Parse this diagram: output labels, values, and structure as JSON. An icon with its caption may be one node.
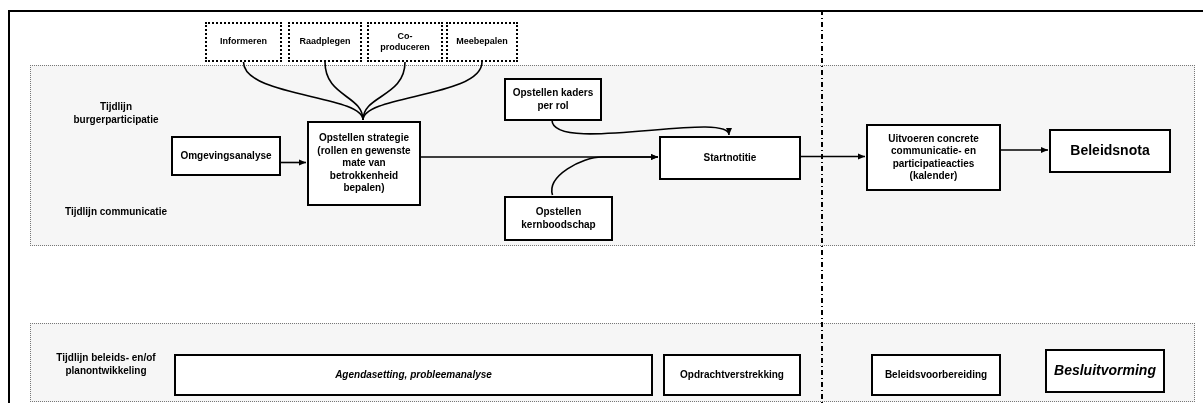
{
  "diagram": {
    "nodes": [
      {
        "text": [
          "Tijdlijn burgerparticipatie",
          "Tijdlijn communicatie"
        ]
      },
      {
        "text": [
          "Informeren"
        ]
      },
      {
        "text": [
          "Raadplegen"
        ]
      },
      {
        "text": [
          "Co-produceren"
        ]
      },
      {
        "text": [
          "Meebepalen"
        ]
      },
      {
        "text": [
          "Omgevingsanalyse"
        ],
        "in": 0
      },
      {
        "text": [
          "Opstellen strategie (rollen en gewenste mate van betrokkenheid bepalen)"
        ],
        "in": 0
      },
      {
        "text": [
          "Opstellen kaders per rol"
        ],
        "in": 0
      },
      {
        "text": [
          "Opstellen kernboodschap"
        ],
        "in": 0
      },
      {
        "text": [
          "Startnotitie"
        ],
        "in": 0
      },
      {
        "text": [
          "Uitvoeren concrete communicatie- en participatieacties (kalender)"
        ],
        "in": 0
      },
      {
        "text": [
          "Beleidsnota"
        ],
        "in": 0
      },
      {
        "text": [
          "Tijdlijn beleids- en/of planontwikkeling"
        ]
      },
      {
        "text": [
          "Agendasetting, probleemanalyse"
        ],
        "in": 12
      },
      {
        "text": [
          "Opdrachtverstrekking"
        ],
        "in": 12
      },
      {
        "text": [
          "Beleidsvoorbereiding"
        ],
        "in": 12
      },
      {
        "text": [
          "Besluitvorming"
        ],
        "in": 12
      }
    ],
    "edges": [
      {
        "from": 1,
        "to": 6,
        "arrow": "none"
      },
      {
        "from": 2,
        "to": 6,
        "arrow": "none"
      },
      {
        "from": 3,
        "to": 6,
        "arrow": "none"
      },
      {
        "from": 4,
        "to": 6,
        "arrow": "none"
      },
      {
        "from": 5,
        "to": 6,
        "arrow": "to"
      },
      {
        "from": 6,
        "to": 9,
        "arrow": "to"
      },
      {
        "from": 7,
        "to": 9,
        "arrow": "to"
      },
      {
        "from": 8,
        "to": 9,
        "arrow": "to"
      },
      {
        "from": 9,
        "to": 10,
        "arrow": "to"
      },
      {
        "from": 10,
        "to": 11,
        "arrow": "to"
      }
    ]
  }
}
